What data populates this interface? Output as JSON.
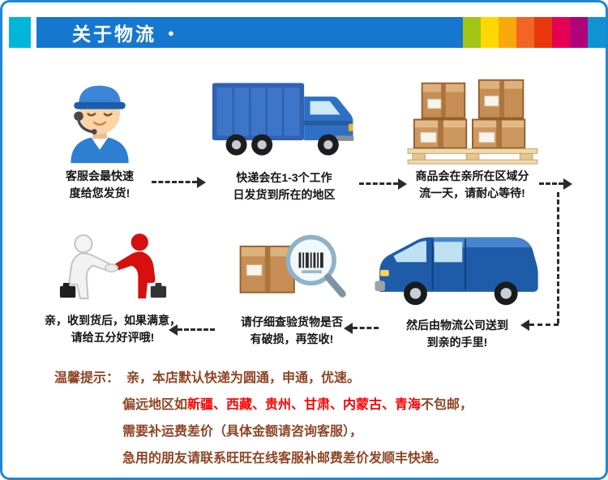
{
  "header": {
    "title": "关于物流",
    "bullet": "●",
    "accent_color": "#00b6d8",
    "bar_color": "#1677cf",
    "border_color": "#1f86d8",
    "rainbow_tiles": [
      "#a3c614",
      "#ffd800",
      "#f9a80b",
      "#f26522",
      "#e8380d",
      "#e50051",
      "#b0017b",
      "#0f93d2"
    ]
  },
  "steps": [
    {
      "icon": "customer-service-icon",
      "label": "客服会最快速\n度给您发货!"
    },
    {
      "icon": "delivery-truck-icon",
      "label": "快递会在1-3个工作\n日发货到所在的地区"
    },
    {
      "icon": "parcel-pallet-icon",
      "label": "商品会在亲所在区域分\n流一天，请耐心等待!"
    },
    {
      "icon": "delivery-van-icon",
      "label": "然后由物流公司送到\n到亲的手里!"
    },
    {
      "icon": "package-inspection-icon",
      "label": "请仔细查验货物是否\n有破损，再签收!"
    },
    {
      "icon": "handshake-icon",
      "label": "亲，收到货后，如果满意，\n请给五分好评哦!"
    }
  ],
  "notice": {
    "prefix": "温馨提示：",
    "line1": "亲，本店默认快递为圆通，申通，优速。",
    "line2_pre": "偏远地区如",
    "line2_red": "新疆、西藏、贵州、甘肃、内蒙古、青海",
    "line2_post": "不包邮，",
    "line3": "需要补运费差价（具体金额请咨询客服），",
    "line4": "急用的朋友请联系旺旺在线客服补邮费差价发顺丰快递。",
    "text_color": "#8e4425",
    "highlight_color": "#ff0000"
  }
}
